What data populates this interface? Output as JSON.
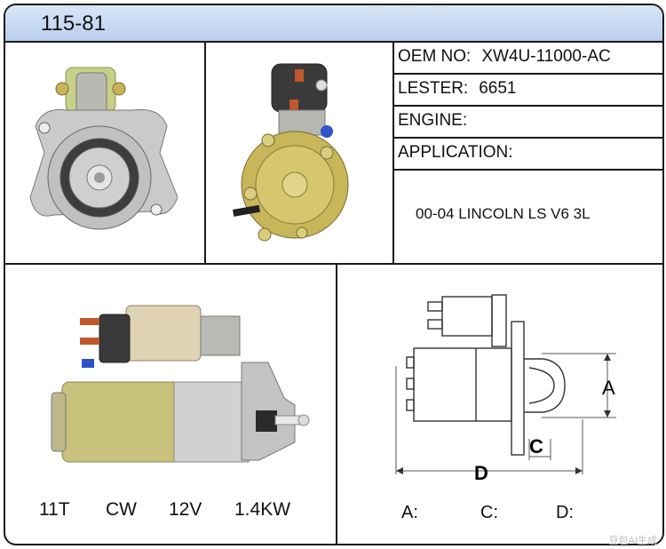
{
  "header": {
    "part_number": "115-81"
  },
  "specs": [
    {
      "label": "OEM NO:",
      "value": "XW4U-11000-AC"
    },
    {
      "label": "LESTER:",
      "value": "6651"
    },
    {
      "label": "ENGINE:",
      "value": ""
    },
    {
      "label": "APPLICATION:",
      "value": ""
    }
  ],
  "application_text": "00-04 LINCOLN LS V6 3L",
  "ratings": {
    "teeth": "11T",
    "rotation": "CW",
    "voltage": "12V",
    "power": "1.4KW"
  },
  "diagram": {
    "label_a": "A",
    "label_c": "C",
    "label_d": "D"
  },
  "dimensions": [
    {
      "label": "A:",
      "value": ""
    },
    {
      "label": "C:",
      "value": ""
    },
    {
      "label": "D:",
      "value": ""
    }
  ],
  "watermark": "豆包AI生成",
  "colors": {
    "header_top": "#d9e6f7",
    "header_bottom": "#b9cfee",
    "frame": "#1a1a1a"
  }
}
